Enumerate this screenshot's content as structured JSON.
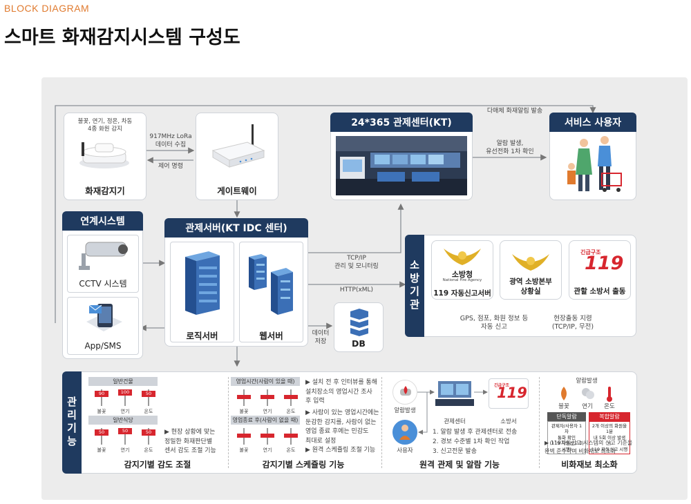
{
  "header": {
    "kicker": "BLOCK DIAGRAM",
    "title": "스마트 화재감지시스템 구성도"
  },
  "devices": {
    "sensor_desc": "불꽃, 연기, 정온, 차동\n4종 화원 감지",
    "sensor": "화재감지기",
    "gateway": "게이트웨이",
    "lora": "917MHz LoRa\n데이터 수집",
    "control": "제어 명령"
  },
  "control_center": {
    "title": "24*365 관제센터(KT)",
    "alarm": "알람 발생,\n유선전화 1차 확인",
    "multi": "다매체 화재알림 발송"
  },
  "service_user": {
    "title": "서비스 사용자"
  },
  "linked": {
    "title": "연계시스템",
    "cctv": "CCTV 시스템",
    "app": "App/SMS"
  },
  "server": {
    "title": "관제서버(KT IDC  센터)",
    "logic": "로직서버",
    "web": "웹서버",
    "db": "DB",
    "store": "데이터\n저장",
    "tcp": "TCP/IP\n관리 및 모니터링",
    "http": "HTTP(xML)"
  },
  "fire": {
    "title": "소방기관",
    "agency_logo": "소방청",
    "agency_sub": "National Fire Agency",
    "rescue_logo": "긴급구조",
    "rescue_num": "119",
    "report": "119 자동신고서버",
    "hq": "광역 소방본부\n상황실",
    "station": "관할 소방서 출동",
    "gps": "GPS, 점포, 화원 정보 등\n자동 신고",
    "dispatch": "현장출동 지령\n(TCP/IP, 무전)"
  },
  "manage": {
    "title": "관리기능",
    "f1": {
      "title": "감지기별 감도 조절",
      "grp1": "일반건물",
      "grp2": "일반식당",
      "sliders1": [
        {
          "label": "불꽃",
          "val": "90"
        },
        {
          "label": "연기",
          "val": "100"
        },
        {
          "label": "온도",
          "val": "50"
        }
      ],
      "sliders2": [
        {
          "label": "불꽃",
          "val": "50"
        },
        {
          "label": "연기",
          "val": "50"
        },
        {
          "label": "온도",
          "val": "50"
        }
      ],
      "note": "▶ 현장 상황에 맞는\n   정밀한 화재판단별\n   센서 감도 조절 기능"
    },
    "f2": {
      "title": "감지기별 스케쥴링 기능",
      "grp1": "영업시간(사람이 있을 때)",
      "grp2": "영업종료 후(사람이 없을 때)",
      "labels": [
        "불꽃",
        "연기",
        "온도"
      ],
      "note1": "▶ 설치 전 후 인터뷰를 통해\n   설치장소의 영업시간 조사\n   후 입력",
      "note2": "▶ 사람이 있는 영업시간에는\n   둔감한 감지를, 사람이 없는\n   영업 종료 후에는 민감도\n   최대로 설정",
      "note3": "▶ 원격 스케쥴링 조절 기능"
    },
    "f3": {
      "title": "원격 관제 및 알람 기능",
      "alarm": "알람발생",
      "center": "관제센터",
      "station": "소방서",
      "user": "사용자",
      "steps": [
        "1. 알람 발생 후 관제센터로 전송",
        "2. 경보 수준별 1차 확인 작업",
        "3. 신고전문 발송"
      ]
    },
    "f4": {
      "title": "비화재보 최소화",
      "alarm": "알람발생",
      "labels": [
        "불꽃",
        "연기",
        "온도"
      ],
      "single_title": "단독알람",
      "single": "관제자/사용자 1차\n통화 확인\n(119 자동신고 미시행)",
      "multi_title": "복합알람",
      "multi": "2개 이상의 화원을 1분\n내 5회 이상 발생 시\n119 자동신고 시행",
      "note": "▶ 119자동신고 시스템의 신고 기준을\n   완벽 준수하며 비화재보 최소화"
    }
  },
  "colors": {
    "navy": "#1f3a5f",
    "red": "#d7262e",
    "orange": "#e07a2e"
  }
}
